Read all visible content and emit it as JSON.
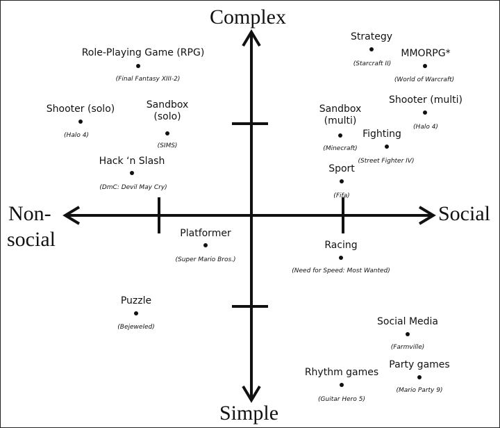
{
  "axes": {
    "top": "Complex",
    "bottom": "Simple",
    "left_line1": "Non-",
    "left_line2": "social",
    "right": "Social"
  },
  "genres": [
    {
      "id": "rpg",
      "label": "Role-Playing Game (RPG)",
      "example": "Final Fantasy XIII-2"
    },
    {
      "id": "shooter-solo",
      "label": "Shooter (solo)",
      "example": "Halo 4"
    },
    {
      "id": "sandbox-solo",
      "label": "Sandbox\n(solo)",
      "example": "SIMS"
    },
    {
      "id": "hack-n-slash",
      "label": "Hack ‘n Slash",
      "example": "DmC: Devil May Cry"
    },
    {
      "id": "strategy",
      "label": "Strategy",
      "example": "Starcraft II"
    },
    {
      "id": "mmorpg",
      "label": "MMORPG*",
      "example": "World of Warcraft"
    },
    {
      "id": "shooter-multi",
      "label": "Shooter (multi)",
      "example": "Halo 4"
    },
    {
      "id": "sandbox-multi",
      "label": "Sandbox\n(multi)",
      "example": "Minecraft"
    },
    {
      "id": "fighting",
      "label": "Fighting",
      "example": "Street Fighter IV"
    },
    {
      "id": "sport",
      "label": "Sport",
      "example": "Fifa"
    },
    {
      "id": "platformer",
      "label": "Platformer",
      "example": "Super Mario Bros."
    },
    {
      "id": "racing",
      "label": "Racing",
      "example": "Need for Speed: Most Wanted"
    },
    {
      "id": "puzzle",
      "label": "Puzzle",
      "example": "Bejeweled"
    },
    {
      "id": "social-media",
      "label": "Social Media",
      "example": "Farmville"
    },
    {
      "id": "rhythm-games",
      "label": "Rhythm games",
      "example": "Guitar Hero 5"
    },
    {
      "id": "party-games",
      "label": "Party games",
      "example": "Mario Party 9"
    }
  ]
}
